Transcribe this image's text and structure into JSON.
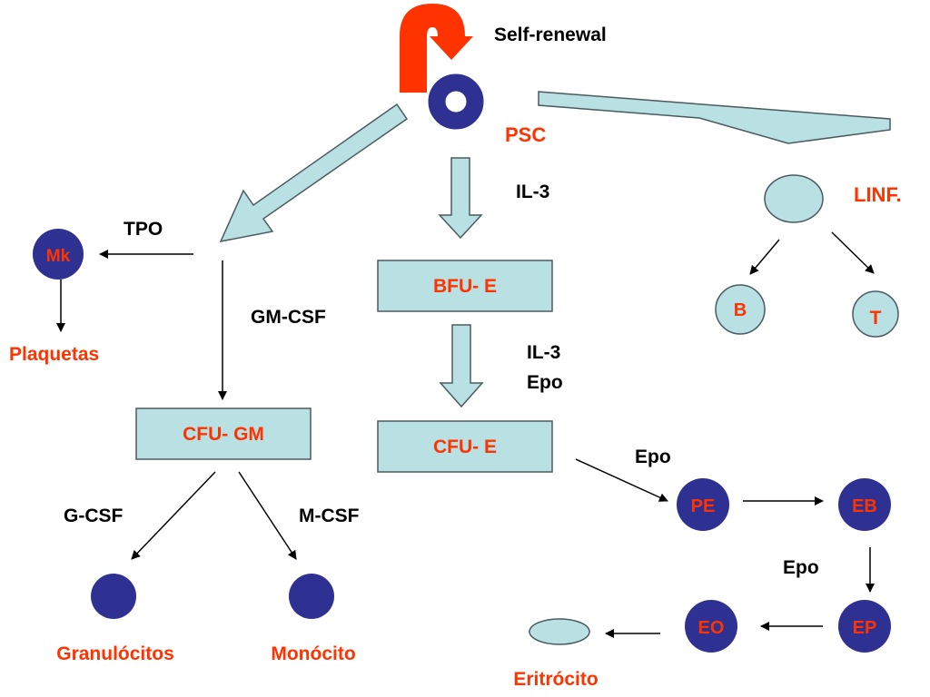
{
  "colors": {
    "red": "#ff3300",
    "navy": "#2e3192",
    "light_blue": "#b9e1e3",
    "black": "#000000"
  },
  "labels": {
    "self_renewal": "Self-renewal",
    "psc": "PSC",
    "il3_top": "IL-3",
    "linf": "LINF.",
    "b": "B",
    "t": "T",
    "tpo": "TPO",
    "mk": "Mk",
    "plaquetas": "Plaquetas",
    "gm_csf": "GM-CSF",
    "bfu_e": "BFU- E",
    "il3_mid": "IL-3",
    "epo_mid": "Epo",
    "cfu_gm": "CFU- GM",
    "cfu_e": "CFU- E",
    "g_csf": "G-CSF",
    "m_csf": "M-CSF",
    "granulocitos": "Granulócitos",
    "monocito": "Monócito",
    "epo_1": "Epo",
    "pe": "PE",
    "eb": "EB",
    "epo_2": "Epo",
    "ep": "EP",
    "eo": "EO",
    "eritrocito": "Eritrócito"
  }
}
